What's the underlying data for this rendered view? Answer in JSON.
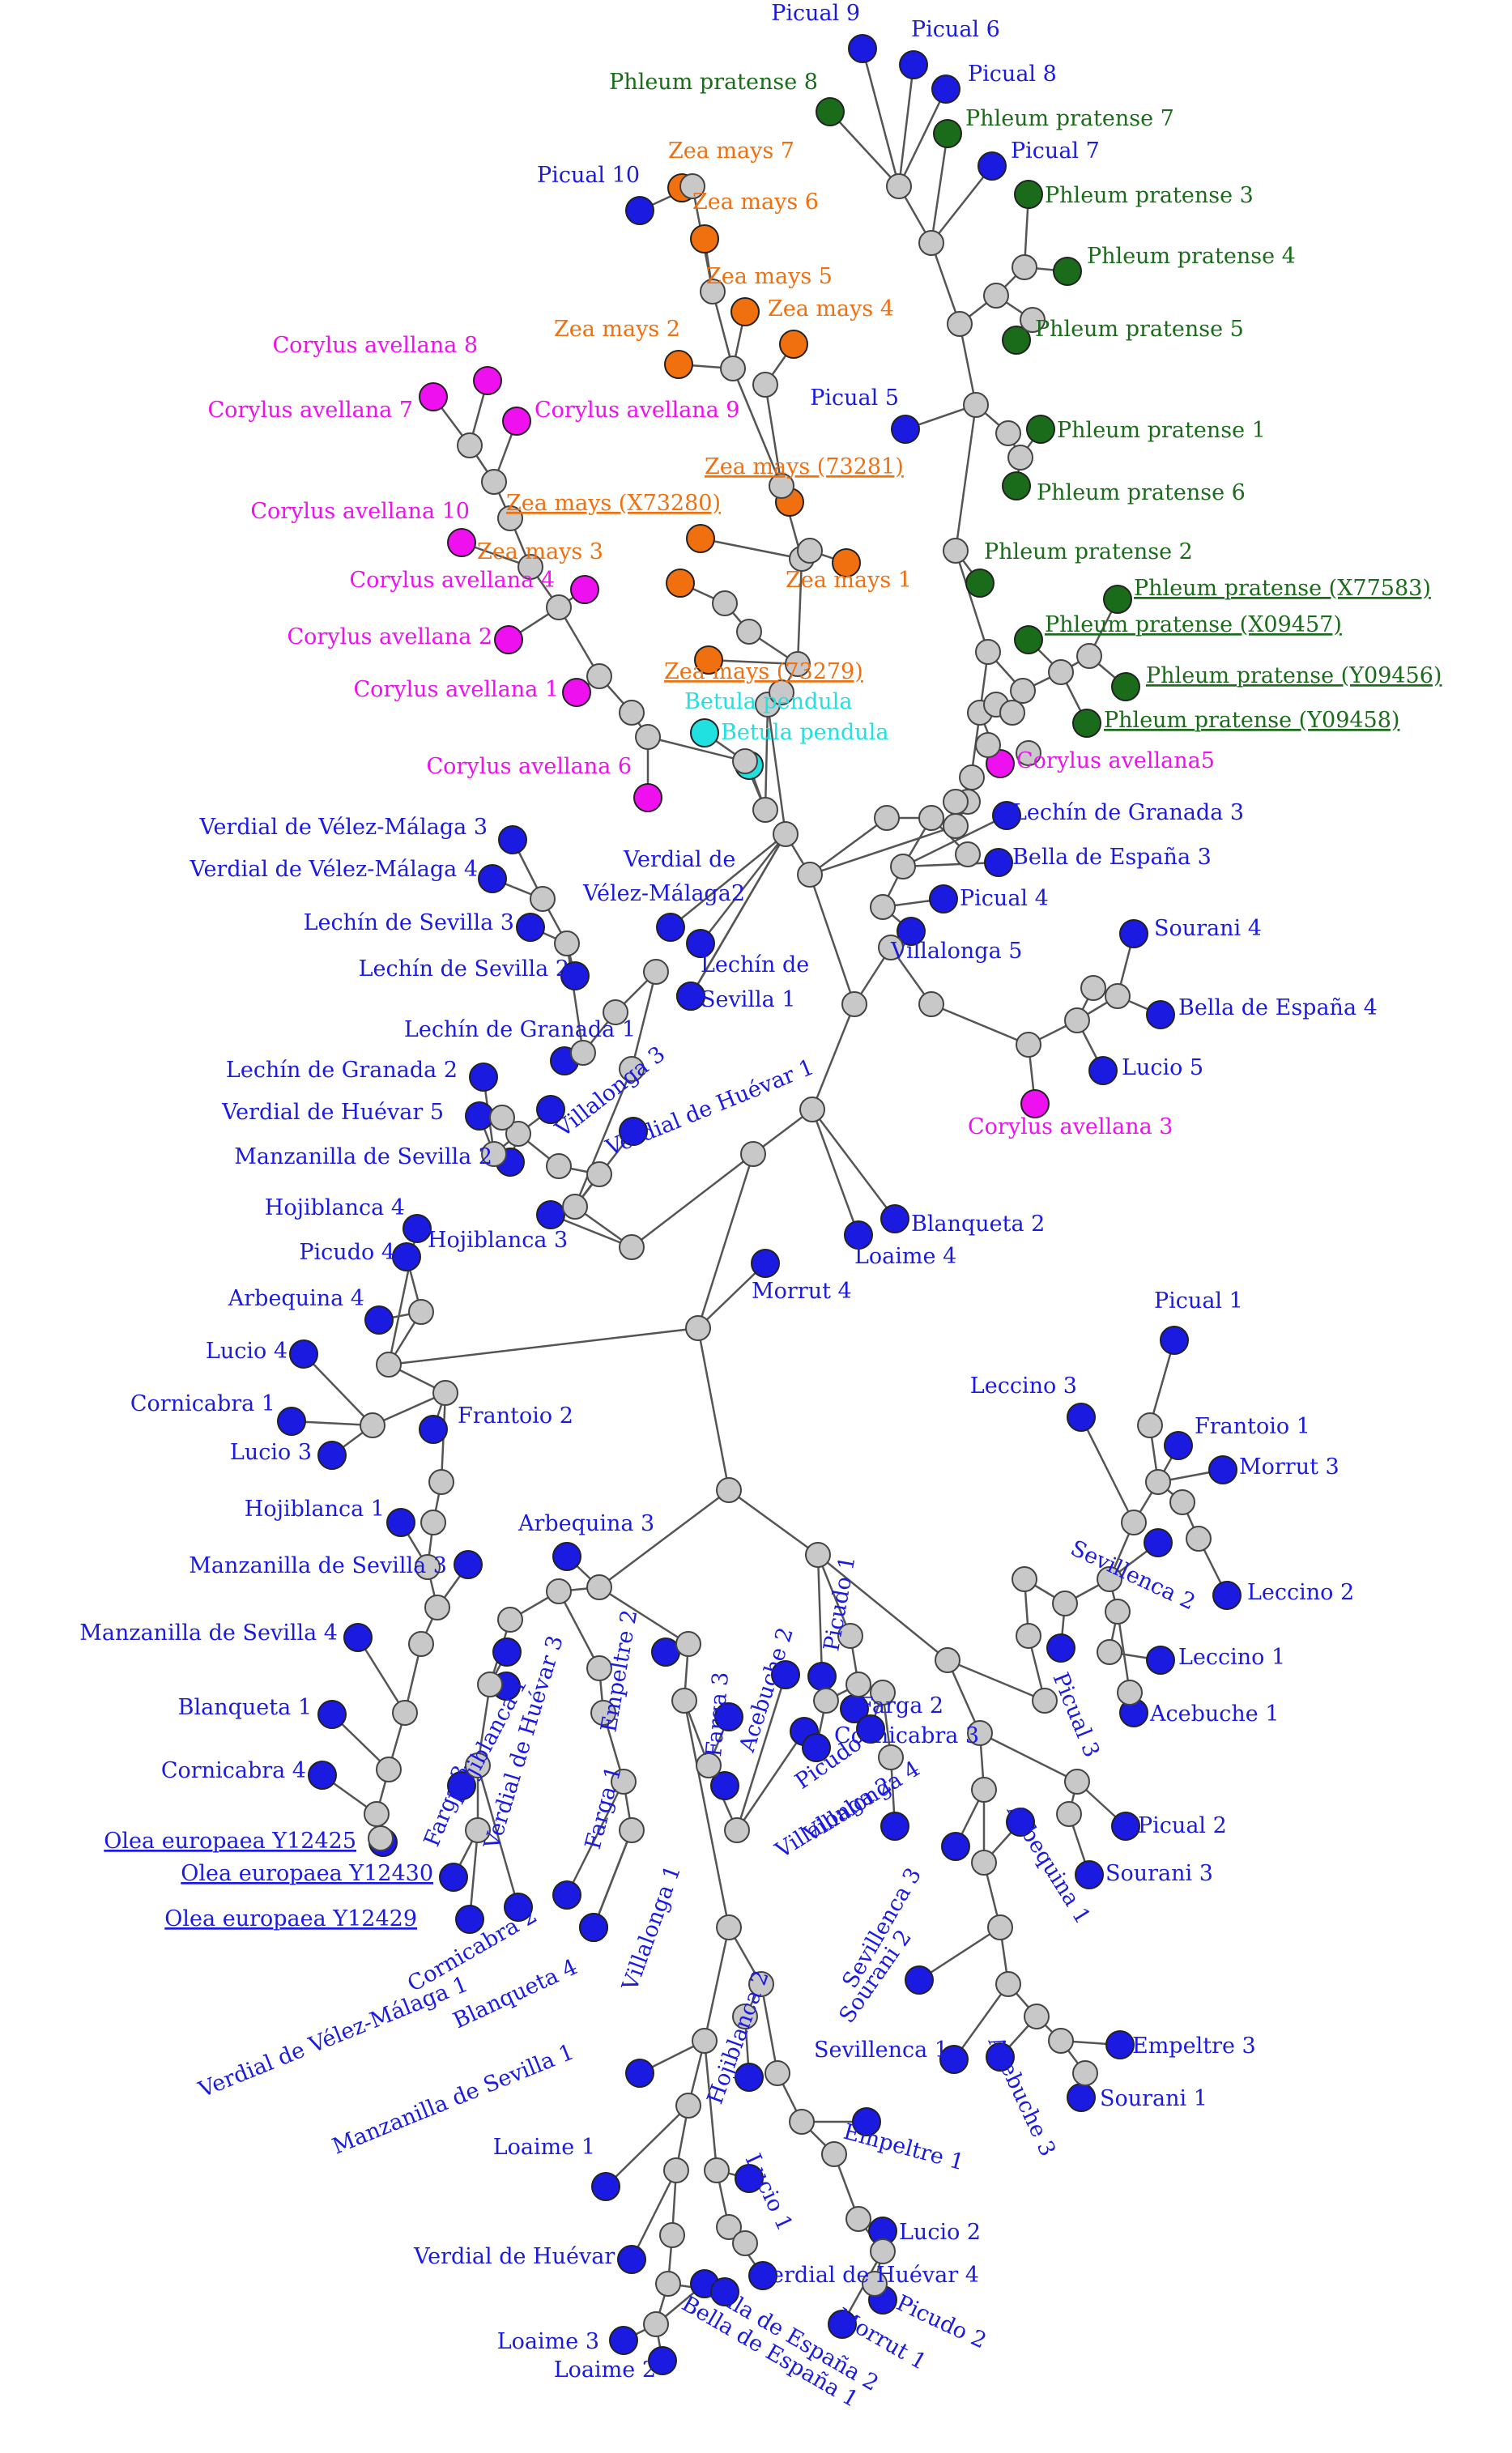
{
  "colors": {
    "olive": "#1a1ae0",
    "phleum": "#1a6b1a",
    "zea": "#f07010",
    "corylus": "#ee10ee",
    "betula": "#20e0e0",
    "inner": "#c8c8c8",
    "edge": "#555555"
  },
  "leaves": [
    {
      "id": "l1",
      "label": "Picual 9",
      "group": "olive"
    },
    {
      "id": "l2",
      "label": "Picual 6",
      "group": "olive"
    },
    {
      "id": "l3",
      "label": "Picual 8",
      "group": "olive"
    },
    {
      "id": "l4",
      "label": "Phleum pratense 8",
      "group": "phleum"
    },
    {
      "id": "l5",
      "label": "Phleum pratense 7",
      "group": "phleum"
    },
    {
      "id": "l6",
      "label": "Picual 7",
      "group": "olive"
    },
    {
      "id": "l7",
      "label": "Phleum pratense 3",
      "group": "phleum"
    },
    {
      "id": "l8",
      "label": "Phleum pratense 4",
      "group": "phleum"
    },
    {
      "id": "l9",
      "label": "Phleum pratense 5",
      "group": "phleum"
    },
    {
      "id": "l10",
      "label": "Picual 5",
      "group": "olive"
    },
    {
      "id": "l11",
      "label": "Phleum pratense 1",
      "group": "phleum"
    },
    {
      "id": "l12",
      "label": "Phleum pratense 6",
      "group": "phleum"
    },
    {
      "id": "l13",
      "label": "Phleum pratense 2",
      "group": "phleum"
    },
    {
      "id": "l14",
      "label": "Phleum pratense (X77583)",
      "group": "phleum",
      "underline": true
    },
    {
      "id": "l15",
      "label": "Phleum pratense (X09457)",
      "group": "phleum",
      "underline": true
    },
    {
      "id": "l16",
      "label": "Phleum pratense (Y09456)",
      "group": "phleum",
      "underline": true
    },
    {
      "id": "l17",
      "label": "Phleum pratense (Y09458)",
      "group": "phleum",
      "underline": true
    },
    {
      "id": "l18",
      "label": "Corylus avellana5",
      "group": "corylus"
    },
    {
      "id": "l19",
      "label": "Picual 10",
      "group": "olive"
    },
    {
      "id": "l20",
      "label": "Zea mays 7",
      "group": "zea"
    },
    {
      "id": "l21",
      "label": "Zea mays 6",
      "group": "zea"
    },
    {
      "id": "l22",
      "label": "Zea mays 5",
      "group": "zea"
    },
    {
      "id": "l23",
      "label": "Zea mays 4",
      "group": "zea"
    },
    {
      "id": "l24",
      "label": "Zea mays 2",
      "group": "zea"
    },
    {
      "id": "l25",
      "label": "Zea mays (73281)",
      "group": "zea",
      "underline": true
    },
    {
      "id": "l26",
      "label": "Zea mays (X73280)",
      "group": "zea",
      "underline": true
    },
    {
      "id": "l27",
      "label": "Zea mays 3",
      "group": "zea"
    },
    {
      "id": "l28",
      "label": "Zea mays 1",
      "group": "zea"
    },
    {
      "id": "l29",
      "label": "Zea mays (73279)",
      "group": "zea",
      "underline": true
    },
    {
      "id": "l30",
      "label": "Betula pendula",
      "group": "betula"
    },
    {
      "id": "l31",
      "label": "Betula pendula",
      "group": "betula"
    },
    {
      "id": "l32",
      "label": "Corylus avellana 8",
      "group": "corylus"
    },
    {
      "id": "l33",
      "label": "Corylus avellana 7",
      "group": "corylus"
    },
    {
      "id": "l34",
      "label": "Corylus avellana 9",
      "group": "corylus"
    },
    {
      "id": "l35",
      "label": "Corylus avellana 10",
      "group": "corylus"
    },
    {
      "id": "l36",
      "label": "Corylus avellana 4",
      "group": "corylus"
    },
    {
      "id": "l37",
      "label": "Corylus avellana 2",
      "group": "corylus"
    },
    {
      "id": "l38",
      "label": "Corylus avellana 1",
      "group": "corylus"
    },
    {
      "id": "l39",
      "label": "Corylus avellana 6",
      "group": "corylus"
    },
    {
      "id": "l40",
      "label": "Lechín de Granada 3",
      "group": "olive"
    },
    {
      "id": "l41",
      "label": "Bella de España 3",
      "group": "olive"
    },
    {
      "id": "l42",
      "label": "Picual 4",
      "group": "olive"
    },
    {
      "id": "l43",
      "label": "Villalonga 5",
      "group": "olive"
    },
    {
      "id": "l44",
      "label": "Sourani 4",
      "group": "olive"
    },
    {
      "id": "l45",
      "label": "Bella de España 4",
      "group": "olive"
    },
    {
      "id": "l46",
      "label": "Lucio 5",
      "group": "olive"
    },
    {
      "id": "l47",
      "label": "Corylus avellana 3",
      "group": "corylus"
    },
    {
      "id": "l48",
      "label": "Verdial de Vélez-Málaga 3",
      "group": "olive"
    },
    {
      "id": "l49",
      "label": "Verdial de Vélez-Málaga 4",
      "group": "olive"
    },
    {
      "id": "l50",
      "label": "Verdial de",
      "group": "olive"
    },
    {
      "id": "l51",
      "label": "Vélez-Málaga2",
      "group": "olive"
    },
    {
      "id": "l52",
      "label": "Lechín de Sevilla 3",
      "group": "olive"
    },
    {
      "id": "l53",
      "label": "Lechín de Sevilla 2",
      "group": "olive"
    },
    {
      "id": "l54",
      "label": "Lechín de",
      "group": "olive"
    },
    {
      "id": "l55",
      "label": "Sevilla 1",
      "group": "olive"
    },
    {
      "id": "l56",
      "label": "Lechín de Granada 1",
      "group": "olive"
    },
    {
      "id": "l57",
      "label": "Villalonga 3",
      "group": "olive"
    },
    {
      "id": "l58",
      "label": "Verdial de Huévar 1",
      "group": "olive"
    },
    {
      "id": "l59",
      "label": "Lechín de Granada 2",
      "group": "olive"
    },
    {
      "id": "l60",
      "label": "Verdial de Huévar 5",
      "group": "olive"
    },
    {
      "id": "l61",
      "label": "Manzanilla de Sevilla 2",
      "group": "olive"
    },
    {
      "id": "l62",
      "label": "Hojiblanca 4",
      "group": "olive"
    },
    {
      "id": "l63",
      "label": "Hojiblanca 3",
      "group": "olive"
    },
    {
      "id": "l64",
      "label": "Blanqueta 2",
      "group": "olive"
    },
    {
      "id": "l65",
      "label": "Loaime 4",
      "group": "olive"
    },
    {
      "id": "l66",
      "label": "Morrut 4",
      "group": "olive"
    },
    {
      "id": "l67",
      "label": "Picudo 4",
      "group": "olive"
    },
    {
      "id": "l68",
      "label": "Arbequina 4",
      "group": "olive"
    },
    {
      "id": "l69",
      "label": "Lucio 4",
      "group": "olive"
    },
    {
      "id": "l70",
      "label": "Cornicabra 1",
      "group": "olive"
    },
    {
      "id": "l71",
      "label": "Lucio 3",
      "group": "olive"
    },
    {
      "id": "l72",
      "label": "Frantoio 2",
      "group": "olive"
    },
    {
      "id": "l73",
      "label": "Hojiblanca 1",
      "group": "olive"
    },
    {
      "id": "l74",
      "label": "Manzanilla de Sevilla 3",
      "group": "olive"
    },
    {
      "id": "l75",
      "label": "Manzanilla de Sevilla 4",
      "group": "olive"
    },
    {
      "id": "l76",
      "label": "Blanqueta 1",
      "group": "olive"
    },
    {
      "id": "l77",
      "label": "Cornicabra 4",
      "group": "olive"
    },
    {
      "id": "l78",
      "label": "Olea europaea Y12425",
      "group": "olive",
      "underline": true
    },
    {
      "id": "l79",
      "label": "Olea europaea Y12430",
      "group": "olive",
      "underline": true
    },
    {
      "id": "l80",
      "label": "Olea europaea Y12429",
      "group": "olive",
      "underline": true
    },
    {
      "id": "l81",
      "label": "Arbequina 3",
      "group": "olive"
    },
    {
      "id": "l82",
      "label": "Hojiblanca 1",
      "group": "olive"
    },
    {
      "id": "l83",
      "label": "Farga 3",
      "group": "olive"
    },
    {
      "id": "l84",
      "label": "Verdial de Huévar 3",
      "group": "olive"
    },
    {
      "id": "l85",
      "label": "Empeltre 2",
      "group": "olive"
    },
    {
      "id": "l86",
      "label": "Farga 3",
      "group": "olive"
    },
    {
      "id": "l87",
      "label": "Acebuche 2",
      "group": "olive"
    },
    {
      "id": "l88",
      "label": "Picudo 1",
      "group": "olive"
    },
    {
      "id": "l89",
      "label": "Farga 2",
      "group": "olive"
    },
    {
      "id": "l90",
      "label": "Cornicabra 3",
      "group": "olive"
    },
    {
      "id": "l91",
      "label": "Picudo 3",
      "group": "olive"
    },
    {
      "id": "l92",
      "label": "Villalonga 4",
      "group": "olive"
    },
    {
      "id": "l93",
      "label": "Villalonga 2",
      "group": "olive"
    },
    {
      "id": "l94",
      "label": "Farga 1",
      "group": "olive"
    },
    {
      "id": "l95",
      "label": "Villalonga 1",
      "group": "olive"
    },
    {
      "id": "l96",
      "label": "Verdial de Vélez-Málaga 1",
      "group": "olive"
    },
    {
      "id": "l97",
      "label": "Cornicabra 2",
      "group": "olive"
    },
    {
      "id": "l98",
      "label": "Blanqueta 4",
      "group": "olive"
    },
    {
      "id": "l99",
      "label": "Picual 1",
      "group": "olive"
    },
    {
      "id": "l100",
      "label": "Leccino 3",
      "group": "olive"
    },
    {
      "id": "l101",
      "label": "Frantoio 1",
      "group": "olive"
    },
    {
      "id": "l102",
      "label": "Morrut 3",
      "group": "olive"
    },
    {
      "id": "l103",
      "label": "Leccino 2",
      "group": "olive"
    },
    {
      "id": "l104",
      "label": "Sevillenca 2",
      "group": "olive"
    },
    {
      "id": "l105",
      "label": "Leccino 1",
      "group": "olive"
    },
    {
      "id": "l106",
      "label": "Acebuche 1",
      "group": "olive"
    },
    {
      "id": "l107",
      "label": "Picual 3",
      "group": "olive"
    },
    {
      "id": "l108",
      "label": "Picual 2",
      "group": "olive"
    },
    {
      "id": "l109",
      "label": "Sourani 3",
      "group": "olive"
    },
    {
      "id": "l110",
      "label": "Sevillenca 3",
      "group": "olive"
    },
    {
      "id": "l111",
      "label": "Sourani 2",
      "group": "olive"
    },
    {
      "id": "l112",
      "label": "Arbequina 1",
      "group": "olive"
    },
    {
      "id": "l113",
      "label": "Sevillenca 1",
      "group": "olive"
    },
    {
      "id": "l114",
      "label": "Acebuche 3",
      "group": "olive"
    },
    {
      "id": "l115",
      "label": "Empeltre 3",
      "group": "olive"
    },
    {
      "id": "l116",
      "label": "Sourani 1",
      "group": "olive"
    },
    {
      "id": "l117",
      "label": "Manzanilla de Sevilla 1",
      "group": "olive"
    },
    {
      "id": "l118",
      "label": "Hojiblanca 2",
      "group": "olive"
    },
    {
      "id": "l119",
      "label": "Empeltre 1",
      "group": "olive"
    },
    {
      "id": "l120",
      "label": "Loaime 1",
      "group": "olive"
    },
    {
      "id": "l121",
      "label": "Lucio 1",
      "group": "olive"
    },
    {
      "id": "l122",
      "label": "Lucio 2",
      "group": "olive"
    },
    {
      "id": "l123",
      "label": "Verdial de Huévar 3",
      "group": "olive"
    },
    {
      "id": "l124",
      "label": "Verdial de Huévar 4",
      "group": "olive"
    },
    {
      "id": "l125",
      "label": "Picudo 2",
      "group": "olive"
    },
    {
      "id": "l126",
      "label": "Morrut 1",
      "group": "olive"
    },
    {
      "id": "l127",
      "label": "Bella de España 2",
      "group": "olive"
    },
    {
      "id": "l128",
      "label": "Bella de España 1",
      "group": "olive"
    },
    {
      "id": "l129",
      "label": "Loaime 3",
      "group": "olive"
    },
    {
      "id": "l130",
      "label": "Loaime 2",
      "group": "olive"
    }
  ]
}
